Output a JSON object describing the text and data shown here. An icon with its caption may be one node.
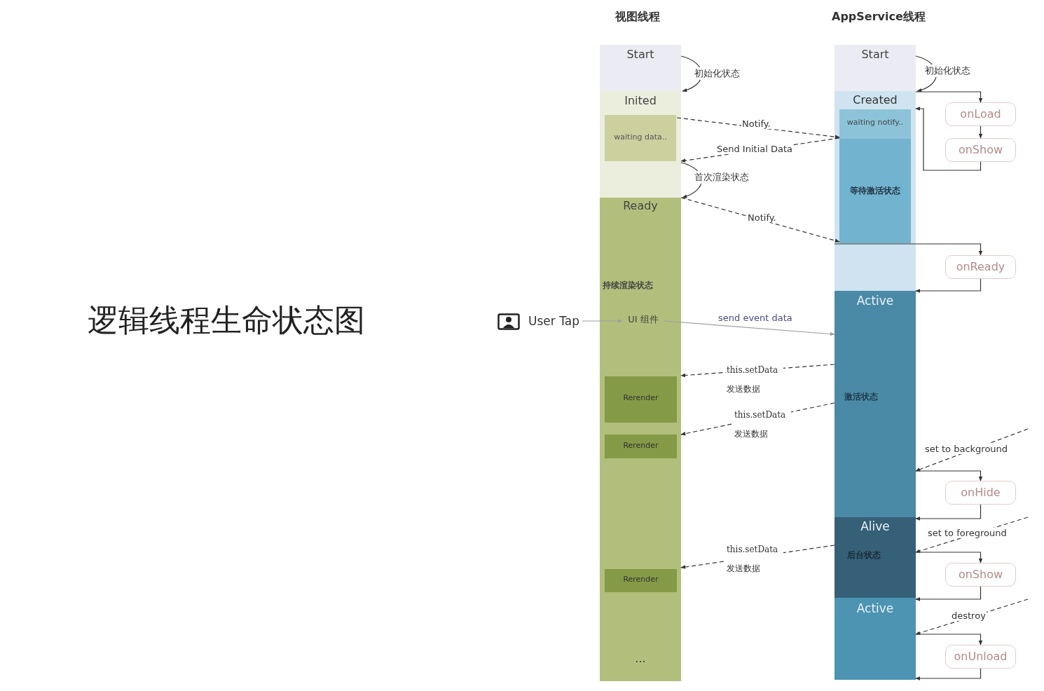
{
  "diagram": {
    "title": "逻辑线程生命状态图",
    "nodes": [
      {
        "text": [
          "Start"
        ]
      },
      {
        "text": [
          "Inited"
        ]
      },
      {
        "text": [
          "waiting data.."
        ],
        "in": 1
      },
      {
        "text": [
          "Ready",
          "持续渲染状态",
          "..."
        ]
      },
      {
        "text": [
          "UI 组件"
        ],
        "in": 3
      },
      {
        "text": [
          "Rerender"
        ],
        "in": 3
      },
      {
        "text": [
          "Rerender"
        ],
        "in": 3
      },
      {
        "text": [
          "Rerender"
        ],
        "in": 3
      },
      {
        "text": [
          "User Tap"
        ]
      },
      {
        "text": [
          "Start"
        ]
      },
      {
        "text": [
          "Created"
        ]
      },
      {
        "text": [
          "waiting notify.."
        ],
        "in": 10
      },
      {
        "text": [
          "等待激活状态"
        ],
        "in": 10
      },
      {
        "text": [
          "Active",
          "激活状态"
        ]
      },
      {
        "text": [
          "Alive",
          "后台状态"
        ]
      },
      {
        "text": [
          "Active"
        ]
      },
      {
        "text": [
          "onLoad"
        ]
      },
      {
        "text": [
          "onShow"
        ]
      },
      {
        "text": [
          "onReady"
        ]
      },
      {
        "text": [
          "onHide"
        ]
      },
      {
        "text": [
          "onShow"
        ]
      },
      {
        "text": [
          "onUnload"
        ]
      }
    ],
    "edges": [
      {
        "from": 0,
        "to": 1,
        "arrow": "to",
        "label": "初始化状态"
      },
      {
        "from": 2,
        "to": 11,
        "arrow": "to",
        "label": "Notify.",
        "style": "dashed"
      },
      {
        "from": 11,
        "to": 1,
        "arrow": "to",
        "label": "Send Initial Data",
        "style": "dashed"
      },
      {
        "from": 1,
        "to": 3,
        "arrow": "to",
        "label": "首次渲染状态"
      },
      {
        "from": 3,
        "to": 12,
        "arrow": "to",
        "label": "Notify.",
        "style": "dashed"
      },
      {
        "from": 8,
        "to": 4,
        "arrow": "to",
        "color": "#9e9e9e"
      },
      {
        "from": 4,
        "to": 13,
        "arrow": "to",
        "label": "send event data",
        "color": "#9e9e9e"
      },
      {
        "from": 13,
        "to": 3,
        "arrow": "to",
        "label": "this.setData 发送数据",
        "style": "dashed"
      },
      {
        "from": 13,
        "to": 3,
        "arrow": "to",
        "label": "this.setData 发送数据",
        "style": "dashed"
      },
      {
        "from": 14,
        "to": 3,
        "arrow": "to",
        "label": "this.setData 发送数据",
        "style": "dashed"
      },
      {
        "from": 9,
        "to": 10,
        "arrow": "to",
        "label": "初始化状态"
      },
      {
        "from": 10,
        "to": 16,
        "arrow": "to"
      },
      {
        "from": 16,
        "to": 17,
        "arrow": "to"
      },
      {
        "from": 17,
        "to": 10,
        "arrow": "to"
      },
      {
        "from": 10,
        "to": 18,
        "arrow": "to"
      },
      {
        "from": 18,
        "to": 13,
        "arrow": "to"
      },
      {
        "from": null,
        "to": 13,
        "arrow": "to",
        "label": "set to background",
        "style": "dashed"
      },
      {
        "from": 13,
        "to": 19,
        "arrow": "to"
      },
      {
        "from": 19,
        "to": 14,
        "arrow": "to"
      },
      {
        "from": null,
        "to": 14,
        "arrow": "to",
        "label": "set to foreground",
        "style": "dashed"
      },
      {
        "from": 14,
        "to": 20,
        "arrow": "to"
      },
      {
        "from": 20,
        "to": 15,
        "arrow": "to"
      },
      {
        "from": null,
        "to": 15,
        "arrow": "to",
        "label": "destroy",
        "style": "dashed"
      },
      {
        "from": 15,
        "to": 21,
        "arrow": "to"
      },
      {
        "from": 21,
        "to": 15,
        "arrow": "to"
      }
    ],
    "labels": [
      "视图线程",
      "AppService线程"
    ]
  }
}
